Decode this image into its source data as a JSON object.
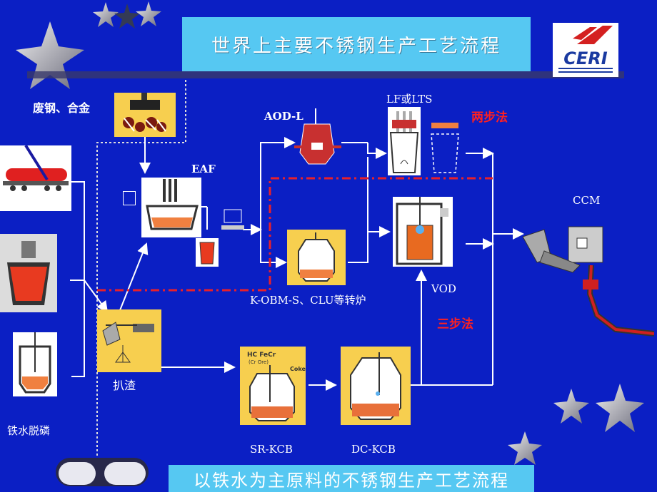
{
  "title": "世界上主要不锈钢生产工艺流程",
  "subtitle": "以铁水为主原料的不锈钢生产工艺流程",
  "logo_text": "CERI",
  "labels": {
    "scrap": "废钢、合金",
    "eaf": "EAF",
    "aod": "AOD-L",
    "lf": "LF或LTS",
    "two_step": "两步法",
    "ccm": "CCM",
    "kobm": "K-OBM-S、CLU等转炉",
    "vod": "VOD",
    "three_step": "三步法",
    "slag": "扒渣",
    "dephos": "铁水脱磷",
    "srkcb": "SR-KCB",
    "dckcb": "DC-KCB",
    "hc_fecr": "HC FeCr",
    "cr_ore": "(Cr Ore)",
    "coke": "Coke"
  },
  "colors": {
    "background": "#0b1fc4",
    "banner": "#56c8f2",
    "box_yellow": "#f7cf4f",
    "dashed_red": "#e8202a",
    "accent_red": "#ff2020"
  }
}
